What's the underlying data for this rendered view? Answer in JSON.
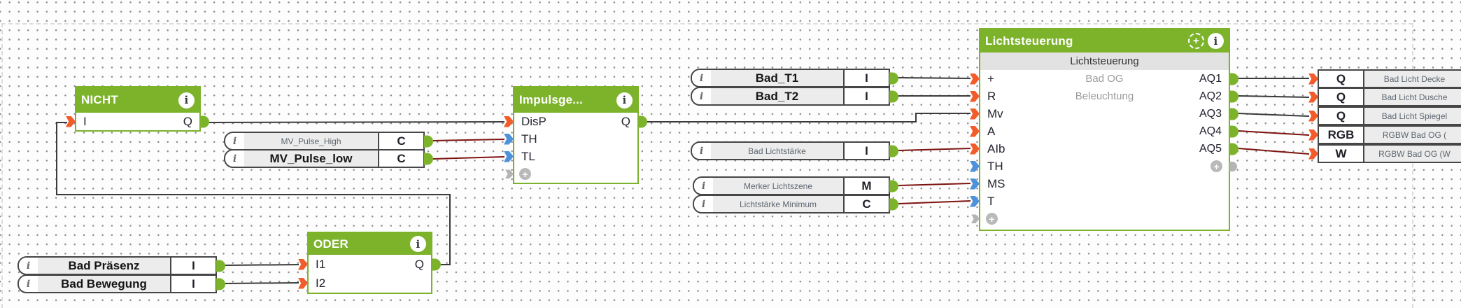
{
  "colors": {
    "loxone_green": "#7cb32b",
    "wire_digital": "#3a3a3a",
    "wire_analog": "#7d1310",
    "connector_digital_input": "#f25c2a",
    "connector_analog_input": "#4e93d9",
    "connector_output_green": "#7cb32b",
    "connector_unassigned_gray": "#b4b4b4",
    "ref_label_background": "#ececec",
    "grid_dot": "#8d8d8d"
  },
  "icons": {
    "info": "i",
    "add": "+",
    "move": "+"
  },
  "blocks": {
    "nicht": {
      "title": "NICHT",
      "input": "I",
      "output": "Q"
    },
    "impulsgeber": {
      "title": "Impulsge...",
      "inputs": [
        "DisP",
        "TH",
        "TL"
      ],
      "output": "Q"
    },
    "oder": {
      "title": "ODER",
      "inputs": [
        "I1",
        "I2"
      ],
      "output": "Q"
    },
    "lichtsteuerung": {
      "title": "Lichtsteuerung",
      "type_label": "Lichtsteuerung",
      "description": [
        "Bad OG",
        "Beleuchtung"
      ],
      "inputs": [
        "+",
        "R",
        "Mv",
        "A",
        "AIb",
        "TH",
        "MS",
        "T"
      ],
      "outputs": [
        "AQ1",
        "AQ2",
        "AQ3",
        "AQ4",
        "AQ5"
      ]
    }
  },
  "input_refs": {
    "mv_pulse_high": {
      "label": "MV_Pulse_High",
      "type": "C"
    },
    "mv_pulse_low": {
      "label": "MV_Pulse_low",
      "type": "C"
    },
    "bad_t1": {
      "label": "Bad_T1",
      "type": "I"
    },
    "bad_t2": {
      "label": "Bad_T2",
      "type": "I"
    },
    "bad_lichtstaerke": {
      "label": "Bad Lichtstärke",
      "type": "I"
    },
    "merker_lichtszene": {
      "label": "Merker Lichtszene",
      "type": "M"
    },
    "lichtstaerke_minimum": {
      "label": "Lichtstärke Minimum",
      "type": "C"
    },
    "bad_praesenz": {
      "label": "Bad Präsenz",
      "type": "I"
    },
    "bad_bewegung": {
      "label": "Bad Bewegung",
      "type": "I"
    }
  },
  "output_refs": {
    "decke": {
      "type": "Q",
      "label": "Bad Licht Decke"
    },
    "dusche": {
      "type": "Q",
      "label": "Bad Licht Dusche"
    },
    "spiegel": {
      "type": "Q",
      "label": "Bad Licht Spiegel"
    },
    "rgbw_rgb": {
      "type": "RGB",
      "label": "RGBW Bad OG ("
    },
    "rgbw_w": {
      "type": "W",
      "label": "RGBW Bad OG (W"
    }
  }
}
